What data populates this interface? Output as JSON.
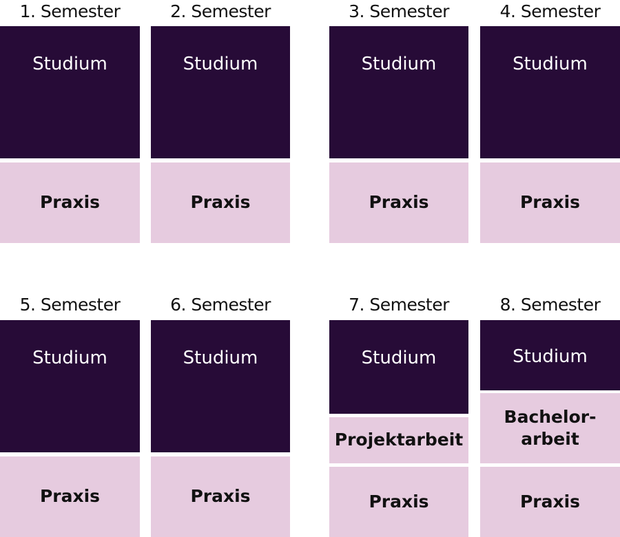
{
  "colors": {
    "studium": "#270b37",
    "other": "#e6cbdf"
  },
  "semesters": [
    {
      "title": "1. Semester",
      "blocks": [
        "Studium",
        "Praxis"
      ]
    },
    {
      "title": "2. Semester",
      "blocks": [
        "Studium",
        "Praxis"
      ]
    },
    {
      "title": "3. Semester",
      "blocks": [
        "Studium",
        "Praxis"
      ]
    },
    {
      "title": "4. Semester",
      "blocks": [
        "Studium",
        "Praxis"
      ]
    },
    {
      "title": "5. Semester",
      "blocks": [
        "Studium",
        "Praxis"
      ]
    },
    {
      "title": "6. Semester",
      "blocks": [
        "Studium",
        "Praxis"
      ]
    },
    {
      "title": "7. Semester",
      "blocks": [
        "Studium",
        "Projektarbeit",
        "Praxis"
      ]
    },
    {
      "title": "8. Semester",
      "blocks": [
        "Studium",
        "Bachelor-\narbeit",
        "Praxis"
      ]
    }
  ]
}
